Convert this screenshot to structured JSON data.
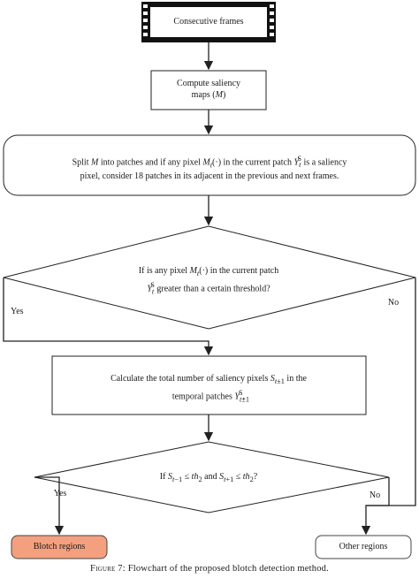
{
  "nodes": {
    "frames": "Consecutive frames",
    "saliency_line1": "Compute saliency",
    "saliency_line2": "maps (",
    "saliency_var": "M",
    "saliency_close": ")",
    "split_line1_pre": "Split ",
    "split_line1_M": "M",
    "split_line1_mid": " into patches and if any pixel ",
    "split_line1_Mt": "M",
    "split_line1_t": "t",
    "split_line1_post": "(·) in the current patch ",
    "split_line1_Y": "Y",
    "split_line1_end": " is a saliency",
    "split_line2": "pixel, consider 18 patches in its adjacent in the previous and next frames.",
    "decision1_line1_pre": "If is any pixel ",
    "decision1_line1_post": "(·) in the current patch",
    "decision1_line2_post": " greater than a certain threshold?",
    "calc_line1_pre": "Calculate the total number of saliency pixels ",
    "calc_line1_post": " in the",
    "calc_line2_pre": "temporal patches ",
    "calc_line2_post": ".",
    "decision2_pre": "If ",
    "decision2_and": " and ",
    "decision2_end": "?",
    "blotch": "Blotch regions",
    "other": "Other regions"
  },
  "edges": {
    "yes1": "Yes",
    "no1": "No",
    "yes2": "Yes",
    "no2": "No"
  },
  "caption": {
    "figure": "Figure 7:",
    "text": " Flowchart of the proposed blotch detection method."
  },
  "colors": {
    "blotch_fill": "#f4a07f",
    "stroke": "#222222"
  }
}
